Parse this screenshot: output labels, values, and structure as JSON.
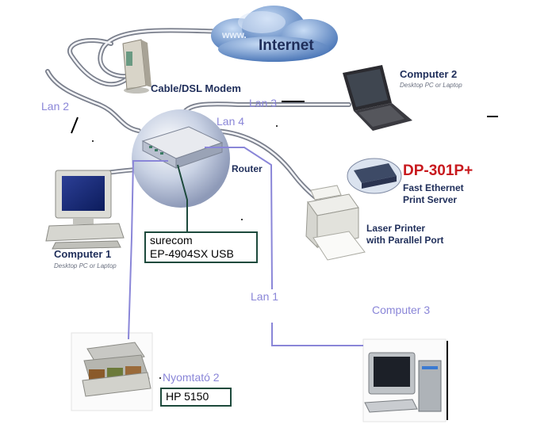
{
  "internet": {
    "label": "Internet",
    "url_text": "www."
  },
  "modem": {
    "label": "Cable/DSL Modem"
  },
  "router": {
    "label": "Router"
  },
  "computer1": {
    "label": "Computer 1",
    "sub": "Desktop PC or Laptop"
  },
  "computer2": {
    "label": "Computer 2",
    "sub": "Desktop PC or Laptop"
  },
  "computer3": {
    "label": "Computer 3"
  },
  "print_server": {
    "model": "DP-301P+",
    "line1": "Fast Ethernet",
    "line2": "Print Server"
  },
  "laser_printer": {
    "line1": "Laser Printer",
    "line2": "with Parallel Port"
  },
  "lan_labels": {
    "lan1": "Lan 1",
    "lan2": "Lan 2",
    "lan3": "Lan 3",
    "lan4": "Lan 4"
  },
  "usb_box": {
    "line1": "surecom",
    "line2": "EP-4904SX USB"
  },
  "printer2": {
    "label": "Nyomtató 2",
    "model": "HP 5150"
  },
  "colors": {
    "cable_blue": "#8a86d8",
    "brand_navy": "#1f2e5a",
    "box_border": "#1d4a3c"
  }
}
